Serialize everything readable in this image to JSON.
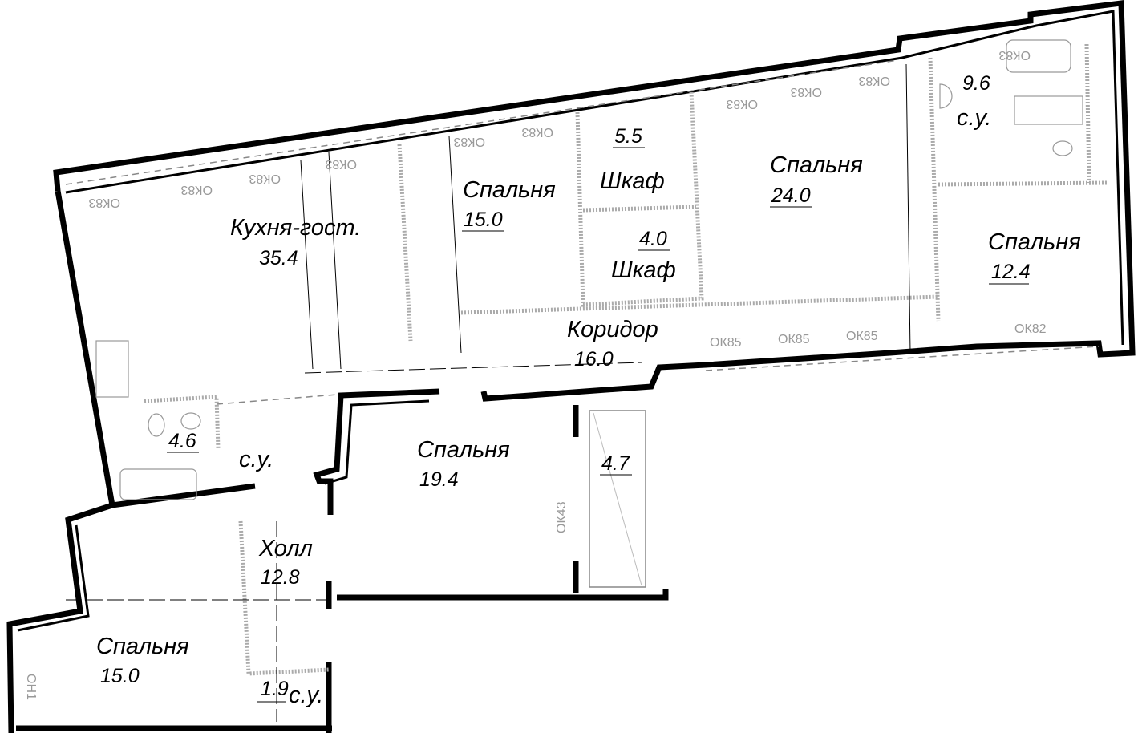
{
  "rooms": {
    "kitchen": {
      "name": "Кухня-гост.",
      "area": "35.4"
    },
    "bedroom1": {
      "name": "Спальня",
      "area": "15.0"
    },
    "closet1": {
      "name": "Шкаф",
      "area": "5.5"
    },
    "closet2": {
      "name": "Шкаф",
      "area": "4.0"
    },
    "bedroom2": {
      "name": "Спальня",
      "area": "24.0"
    },
    "bath1": {
      "name": "с.у.",
      "area": "9.6"
    },
    "bedroom3": {
      "name": "Спальня",
      "area": "12.4"
    },
    "corridor": {
      "name": "Коридор",
      "area": "16.0"
    },
    "bath2": {
      "name": "с.у.",
      "area": "4.6"
    },
    "bedroom4": {
      "name": "Спальня",
      "area": "19.4"
    },
    "balcony": {
      "area": "4.7"
    },
    "hall": {
      "name": "Холл",
      "area": "12.8"
    },
    "bedroom5": {
      "name": "Спальня",
      "area": "15.0"
    },
    "bath3": {
      "name": "с.у.",
      "area": "1.9"
    }
  },
  "windows": {
    "ok83": "ОК83",
    "ok85": "ОК85",
    "ok82": "ОК82",
    "ok43": "ОК43",
    "on1": "ОН1"
  }
}
